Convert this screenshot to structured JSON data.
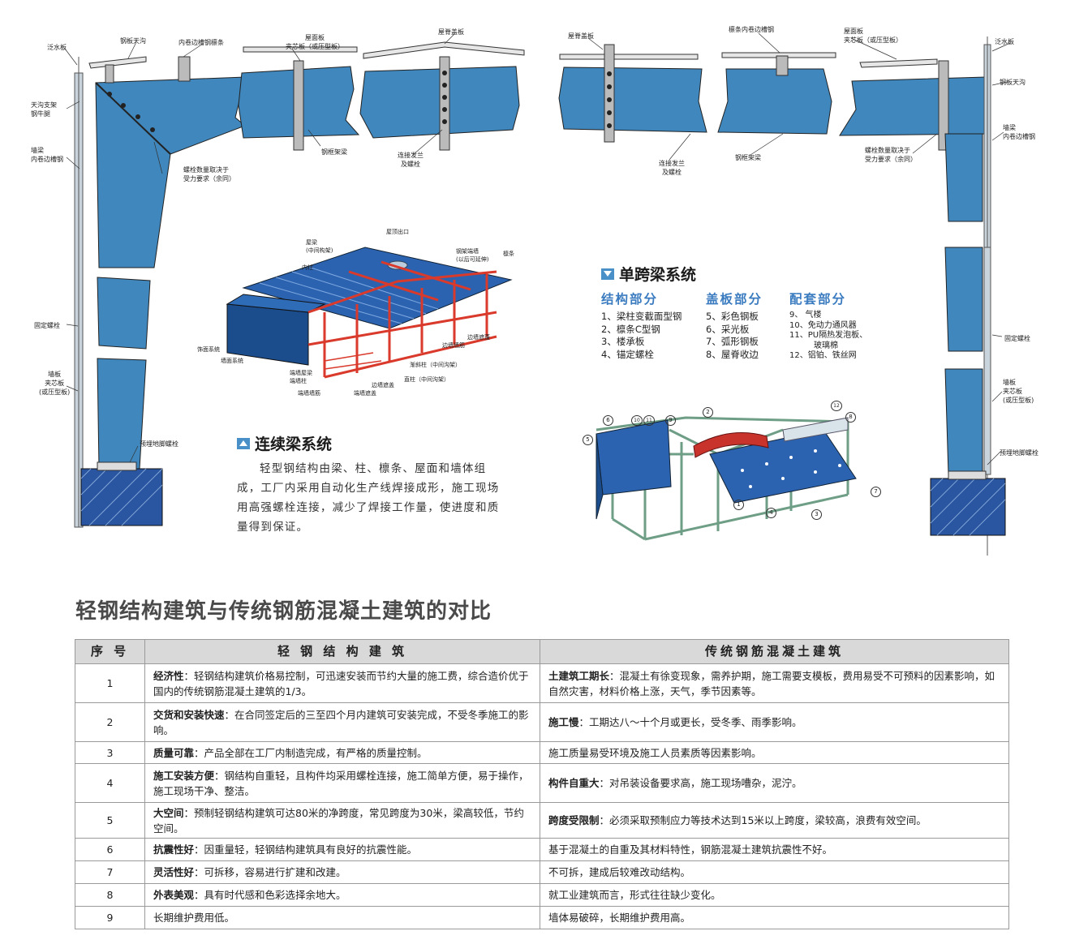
{
  "left_detail": {
    "labels": {
      "fanshuiban": "泛水板",
      "gangbantiangou": "钢板天沟",
      "neijuanbiancaogang_lintiao": "内卷边槽钢檩条",
      "tiangou_zhijia": "天沟支架\n钢牛腿",
      "qiangliang": "墙梁\n内卷边槽钢",
      "luoshuan_shuliang": "螺栓数量取决于\n受力要求（余同）",
      "wumianban": "屋面板\n夹芯板（或压型板）",
      "gangkuangjia_liang": "钢框架梁",
      "lianjie_falan": "连接发兰\n及螺栓",
      "wujigaiban": "屋脊盖板",
      "guding_luoshuan": "固定螺栓",
      "qiangban": "墙板\n夹芯板\n(或压型板)",
      "yumai_dijiao": "预埋地脚螺栓"
    }
  },
  "right_detail": {
    "labels": {
      "wujigaiban": "屋脊盖板",
      "lintiao_neijuan": "檩条内卷边槽钢",
      "wumianban": "屋面板\n夹芯板（或压型板）",
      "fanshuiban": "泛水板",
      "gangbantiangou": "钢板天沟",
      "qiangliang": "墙梁\n内卷边槽钢",
      "lianjie_falan": "连接发兰\n及螺栓",
      "gangkuangjia_liang": "钢框架梁",
      "luoshuan_shuliang": "螺栓数量取决于\n受力要求（余同）",
      "guding_luoshuan": "固定螺栓",
      "qiangban": "墙板\n夹芯板\n(或压型板)",
      "yumai_dijiao": "预埋地脚螺栓"
    }
  },
  "center_diagram": {
    "labels": {
      "wudingchukou": "屋顶出口",
      "wuliang": "屋梁\n(中间构架)",
      "neizhu": "内柱",
      "gangjia_duanjian": "钢架端墙\n(以后可延伸)",
      "lintiao": "檩条",
      "bianqiang_zhedang": "边墙遮蓬",
      "bianqiang_qiangjin": "边墙墙筋",
      "shimian_xitong": "饰面系统",
      "qiangmian_xitong": "墙面系统",
      "jianxie_zhu": "渐斜柱（中间沟架）",
      "zhizhu": "直柱（中间沟架）",
      "duanqiang_wuliang": "端墙屋梁\n端墙柱",
      "bianqiang_zhegai": "边墙遮盖",
      "duanqiang_qiangjin": "端墙墙筋",
      "duanqiang_zhegai": "端墙遮盖"
    }
  },
  "continuous_beam": {
    "title": "连续梁系统",
    "description": "轻型钢结构由梁、柱、檩条、屋面和墙体组成，工厂内采用自动化生产线焊接成形，施工现场用高强螺栓连接，减少了焊接工作量，使进度和质量得到保证。"
  },
  "single_span": {
    "title": "单跨梁系统",
    "categories": [
      {
        "heading": "结构部分",
        "items": [
          "1、梁柱变截面型钢",
          "2、檩条C型钢",
          "3、楼承板",
          "4、锚定螺栓"
        ]
      },
      {
        "heading": "盖板部分",
        "items": [
          "5、彩色钢板",
          "6、采光板",
          "7、弧形钢板",
          "8、屋脊收边"
        ]
      },
      {
        "heading": "配套部分",
        "items": [
          "9、 气楼",
          "10、免动力通风器",
          "11、PU隔热发泡板、",
          "玻璃棉",
          "12、铝铂、铁丝网"
        ]
      }
    ],
    "callouts": [
      "1",
      "2",
      "3",
      "4",
      "5",
      "6",
      "7",
      "8",
      "9",
      "10",
      "11",
      "12"
    ]
  },
  "comparison": {
    "title": "轻钢结构建筑与传统钢筋混凝土建筑的对比",
    "headers": {
      "no": "序 号",
      "light": "轻 钢 结 构 建 筑",
      "traditional": "传统钢筋混凝土建筑"
    },
    "rows": [
      {
        "no": "1",
        "light_key": "经济性",
        "light_text": "：轻钢结构建筑价格易控制，可迅速安装而节约大量的施工费，综合造价优于国内的传统钢筋混凝土建筑的1/3。",
        "trad_key": "土建筑工期长",
        "trad_text": "：混凝土有徐变现象，需养护期，施工需要支模板，费用易受不可预料的因素影响，如自然灾害，材料价格上涨，天气，季节因素等。"
      },
      {
        "no": "2",
        "light_key": "交货和安装快速",
        "light_text": "：在合同签定后的三至四个月内建筑可安装完成，不受冬季施工的影响。",
        "trad_key": "施工慢",
        "trad_text": "：工期达八～十个月或更长，受冬季、雨季影响。"
      },
      {
        "no": "3",
        "light_key": "质量可靠",
        "light_text": "：产品全部在工厂内制造完成，有严格的质量控制。",
        "trad_key": "",
        "trad_text": "施工质量易受环境及施工人员素质等因素影响。"
      },
      {
        "no": "4",
        "light_key": "施工安装方便",
        "light_text": "：钢结构自重轻，且构件均采用螺栓连接，施工简单方便，易于操作，施工现场干净、整洁。",
        "trad_key": "构件自重大",
        "trad_text": "：对吊装设备要求高，施工现场嘈杂，泥泞。"
      },
      {
        "no": "5",
        "light_key": "大空间",
        "light_text": "：预制轻钢结构建筑可达80米的净跨度，常见跨度为30米，梁高较低，节约空间。",
        "trad_key": "跨度受限制",
        "trad_text": "：必须采取预制应力等技术达到15米以上跨度，梁较高，浪费有效空间。"
      },
      {
        "no": "6",
        "light_key": "抗震性好",
        "light_text": "：因重量轻，轻钢结构建筑具有良好的抗震性能。",
        "trad_key": "",
        "trad_text": "基于混凝土的自重及其材料特性，钢筋混凝土建筑抗震性不好。"
      },
      {
        "no": "7",
        "light_key": "灵活性好",
        "light_text": "：可拆移，容易进行扩建和改建。",
        "trad_key": "",
        "trad_text": "不可拆，建成后较难改动结构。"
      },
      {
        "no": "8",
        "light_key": "外表美观",
        "light_text": "：具有时代感和色彩选择余地大。",
        "trad_key": "",
        "trad_text": "就工业建筑而言，形式往往缺少变化。"
      },
      {
        "no": "9",
        "light_key": "",
        "light_text": "长期维护费用低。",
        "trad_key": "",
        "trad_text": "墙体易破碎，长期维护费用高。"
      }
    ]
  },
  "colors": {
    "panel_blue": "#3f87bd",
    "panel_dark": "#1f5a8c",
    "frame_red": "#d93a2b",
    "frame_green": "#6f9e86",
    "header_gray": "#d9d9d9",
    "title_gray": "#4a4a4a"
  }
}
